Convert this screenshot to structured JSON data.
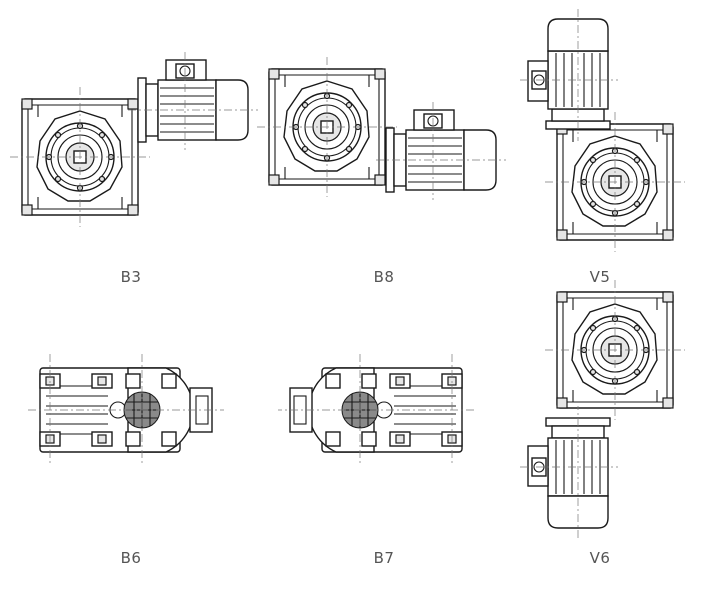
{
  "diagrams": [
    {
      "id": "B3",
      "label": "B3"
    },
    {
      "id": "B8",
      "label": "B8"
    },
    {
      "id": "V5",
      "label": "V5"
    },
    {
      "id": "B6",
      "label": "B6"
    },
    {
      "id": "B7",
      "label": "B7"
    },
    {
      "id": "V6",
      "label": "V6"
    }
  ]
}
